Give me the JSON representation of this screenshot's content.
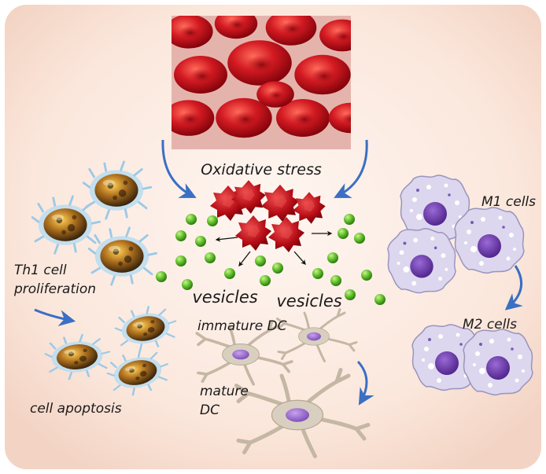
{
  "labels": {
    "oxidative_stress": "Oxidative stress",
    "vesicles_left": "vesicles",
    "vesicles_right": "vesicles",
    "th1_line1": "Th1 cell",
    "th1_line2": "proliferation",
    "cell_apoptosis": "cell apoptosis",
    "immature_dc": "immature DC",
    "mature_line1": "mature",
    "mature_line2": "DC",
    "m1_cells": "M1 cells",
    "m2_cells": "M2 cells"
  },
  "colors": {
    "background_center": "#fef5ef",
    "background_edge": "#f7ddd0",
    "arrow_blue": "#3a6fc4",
    "rbc_red": "#c8141c",
    "vesicle_green": "#5fbf2a",
    "macrophage_body": "#dcd7ee",
    "macrophage_nucleus": "#6a3aa6",
    "dc_body": "#d9cfc0",
    "dc_nucleus": "#8a5bc0",
    "t_cell_core": "#b0711e"
  },
  "icons": [
    "red-blood-cell-photo",
    "eryptotic-cell-icon",
    "vesicle-icon",
    "t-cell-icon",
    "dendritic-cell-icon",
    "macrophage-icon"
  ]
}
